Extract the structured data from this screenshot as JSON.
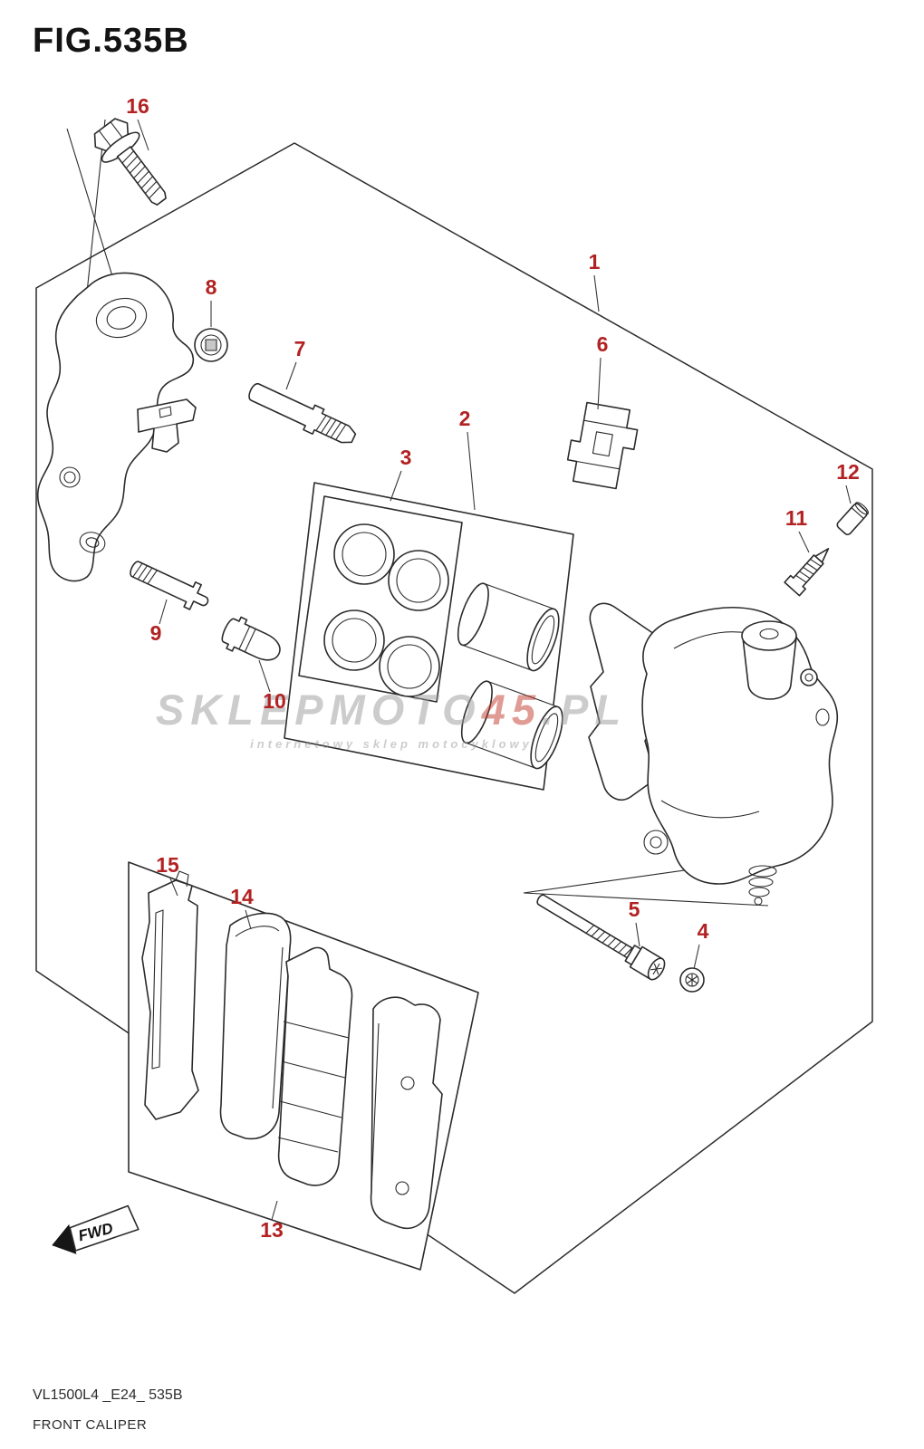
{
  "meta": {
    "figure_title": "FIG.535B",
    "footer_code": "VL1500L4 _E24_ 535B",
    "footer_title": "FRONT CALIPER",
    "fwd_label": "FWD"
  },
  "watermark": {
    "main": "SKLEPMOTO",
    "accent": "45",
    "suffix": ".PL",
    "tagline": "internetowy sklep motocyklowy"
  },
  "colors": {
    "callout": "#b22222",
    "line": "#2b2b2b",
    "watermark_gray": "#9b9b9b",
    "watermark_accent": "#c0392b"
  },
  "callouts": [
    {
      "n": "16",
      "label": [
        152,
        119
      ],
      "line": [
        152,
        132,
        164,
        166
      ]
    },
    {
      "n": "8",
      "label": [
        233,
        319
      ],
      "line": [
        233,
        332,
        233,
        361
      ]
    },
    {
      "n": "7",
      "label": [
        331,
        387
      ],
      "line": [
        327,
        400,
        316,
        430
      ]
    },
    {
      "n": "1",
      "label": [
        656,
        291
      ],
      "line": [
        656,
        304,
        661,
        344
      ]
    },
    {
      "n": "6",
      "label": [
        665,
        382
      ],
      "line": [
        663,
        395,
        660,
        452
      ]
    },
    {
      "n": "2",
      "label": [
        513,
        464
      ],
      "line": [
        516,
        477,
        524,
        563
      ]
    },
    {
      "n": "3",
      "label": [
        448,
        507
      ],
      "line": [
        443,
        520,
        431,
        553
      ]
    },
    {
      "n": "12",
      "label": [
        936,
        523
      ],
      "line": [
        934,
        536,
        939,
        556
      ]
    },
    {
      "n": "11",
      "label": [
        879,
        574
      ],
      "line": [
        882,
        587,
        893,
        610
      ]
    },
    {
      "n": "9",
      "label": [
        172,
        701
      ],
      "line": [
        176,
        689,
        184,
        662
      ]
    },
    {
      "n": "10",
      "label": [
        303,
        776
      ],
      "line": [
        298,
        764,
        286,
        729
      ]
    },
    {
      "n": "5",
      "label": [
        700,
        1006
      ],
      "line": [
        702,
        1019,
        706,
        1045
      ]
    },
    {
      "n": "4",
      "label": [
        776,
        1030
      ],
      "line": [
        772,
        1043,
        766,
        1070
      ]
    },
    {
      "n": "15",
      "label": [
        185,
        957
      ],
      "line": [
        188,
        970,
        196,
        989
      ]
    },
    {
      "n": "14",
      "label": [
        267,
        992
      ],
      "line": [
        271,
        1005,
        277,
        1026
      ]
    },
    {
      "n": "13",
      "label": [
        300,
        1360
      ],
      "line": [
        300,
        1347,
        306,
        1326
      ]
    }
  ]
}
